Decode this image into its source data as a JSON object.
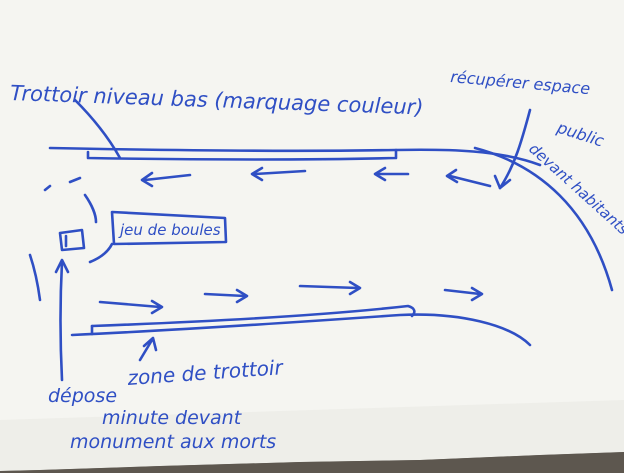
{
  "colors": {
    "ink": "#2f4fc4",
    "paper": "#f4f4f0",
    "background": "#6f6a63"
  },
  "labels": {
    "trottoir_niveau_bas": "Trottoir niveau bas (marquage couleur)",
    "recuperer_espace_1": "récupérer espace",
    "recuperer_espace_2": "public",
    "recuperer_espace_3": "devant habitants",
    "jeu_de_boules": "jeu de boules",
    "zone_de_trottoir": "zone de trottoir",
    "depose_1": "dépose",
    "depose_2": "minute devant",
    "depose_3": "monument aux morts"
  }
}
